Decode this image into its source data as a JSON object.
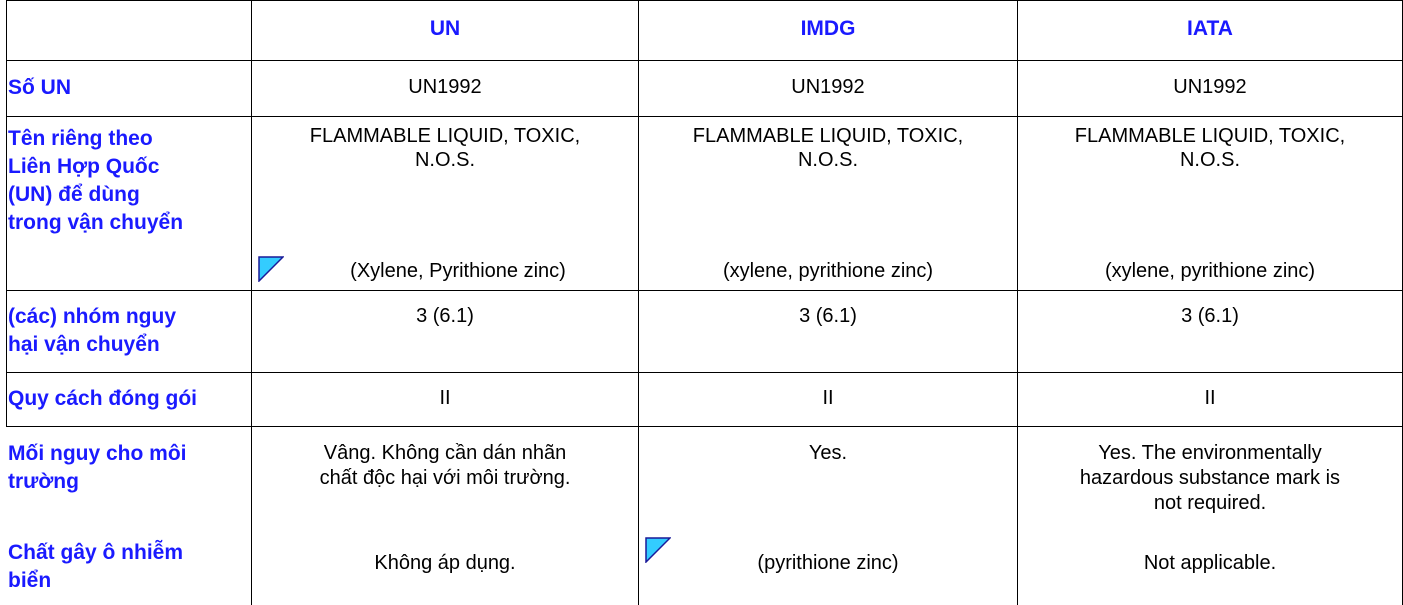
{
  "columns": {
    "un": "UN",
    "imdg": "IMDG",
    "iata": "IATA"
  },
  "rows": {
    "un_number": {
      "label": "Số UN",
      "un": "UN1992",
      "imdg": "UN1992",
      "iata": "UN1992"
    },
    "shipping_name": {
      "label_lines": [
        "Tên riêng theo",
        "Liên Hợp Quốc",
        "(UN) để dùng",
        "trong vận chuyển"
      ],
      "un_lines": [
        "FLAMMABLE LIQUID, TOXIC,",
        "N.O.S."
      ],
      "imdg_lines": [
        "FLAMMABLE LIQUID, TOXIC,",
        "N.O.S."
      ],
      "iata_lines": [
        "FLAMMABLE LIQUID, TOXIC,",
        "N.O.S."
      ],
      "un_sub": "(Xylene, Pyrithione zinc)",
      "imdg_sub": "(xylene, pyrithione zinc)",
      "iata_sub": "(xylene, pyrithione zinc)"
    },
    "hazard_class": {
      "label_lines": [
        "(các) nhóm nguy",
        "hại vận chuyển"
      ],
      "un": "3 (6.1)",
      "imdg": "3 (6.1)",
      "iata": "3 (6.1)"
    },
    "packing_group": {
      "label": "Quy cách đóng gói",
      "un": "II",
      "imdg": "II",
      "iata": "II"
    },
    "environmental": {
      "label_lines": [
        "Mối nguy cho môi",
        "trường"
      ],
      "un_lines": [
        "Vâng. Không cần dán nhãn",
        "chất độc hại với môi trường."
      ],
      "imdg_lines": [
        "Yes."
      ],
      "iata_lines": [
        "Yes. The environmentally",
        "hazardous substance mark is",
        "not required."
      ]
    },
    "marine_pollutant": {
      "label_lines": [
        "Chất gây ô nhiễm",
        "biển"
      ],
      "un": "Không áp dụng.",
      "imdg": "(pyrithione zinc)",
      "iata": "Not applicable."
    }
  },
  "colors": {
    "label_text": "#1a1aff",
    "marker_fill": "#33ccff",
    "marker_stroke": "#1a1a99"
  },
  "icons": {
    "marker": "marine-pollutant-triangle-icon"
  }
}
